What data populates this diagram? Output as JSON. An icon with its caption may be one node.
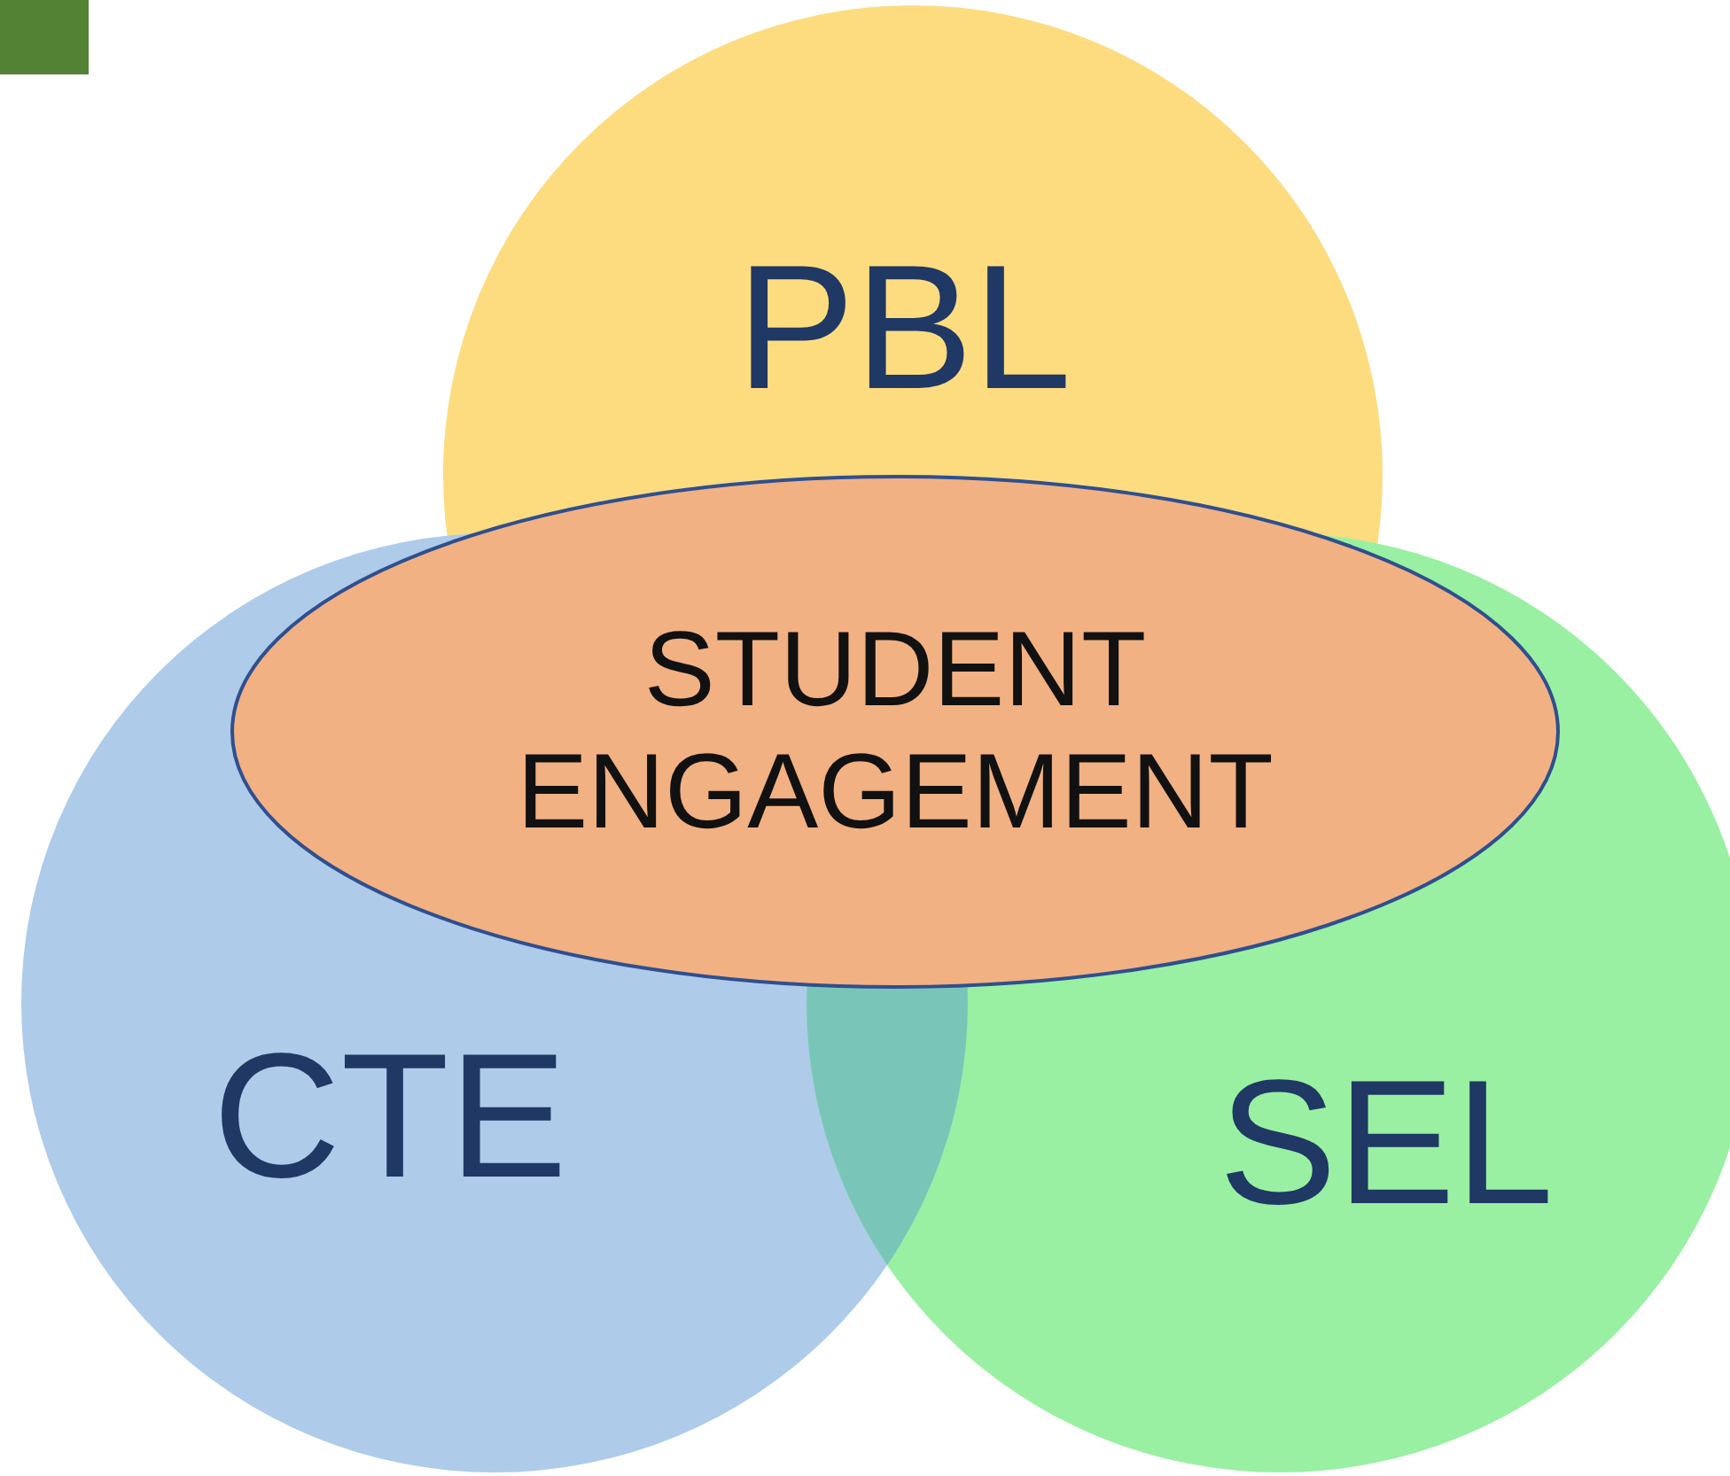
{
  "diagram": {
    "nodes": [
      {
        "text": [
          "PBL"
        ]
      },
      {
        "text": [
          "CTE"
        ]
      },
      {
        "text": [
          "SEL"
        ]
      },
      {
        "text": [
          "STUDENT ENGAGEMENT"
        ]
      }
    ]
  }
}
